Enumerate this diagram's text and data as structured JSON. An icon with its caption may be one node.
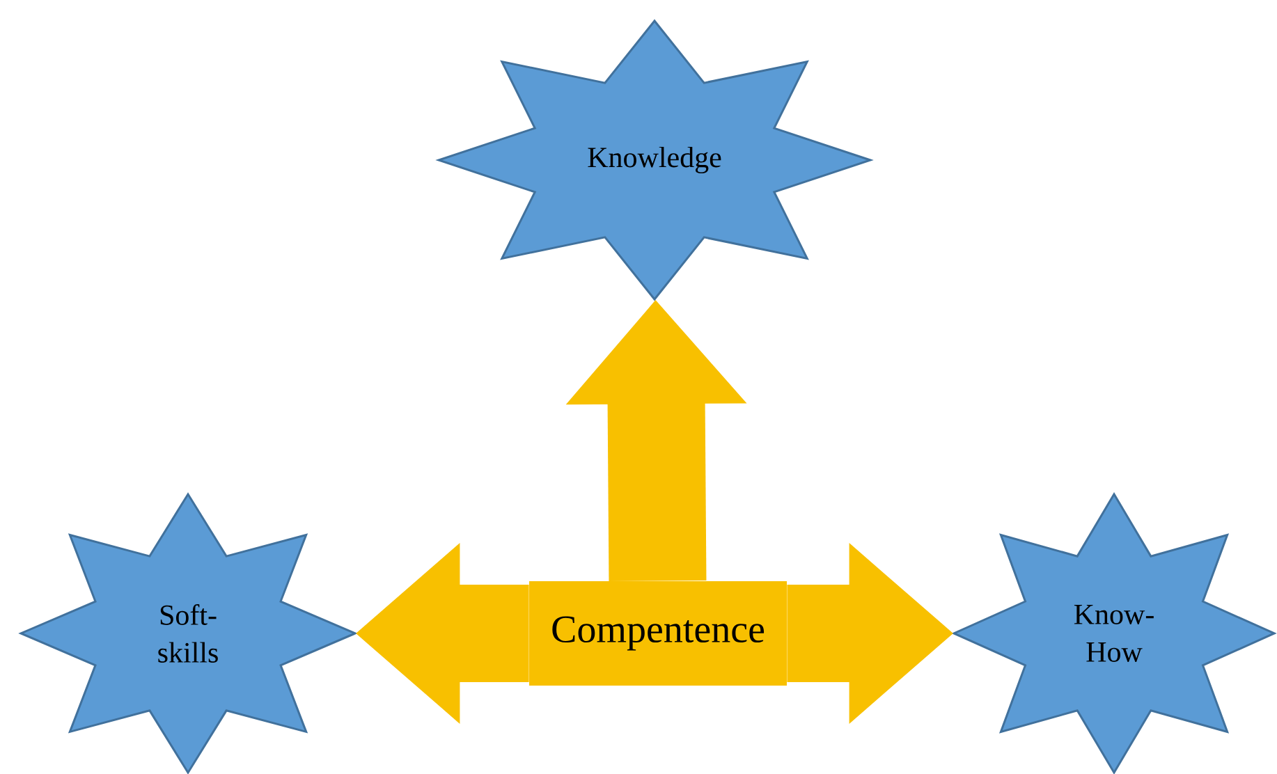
{
  "diagram": {
    "nodes": [
      {
        "text": [
          "Knowledge"
        ]
      },
      {
        "text": [
          "Soft-skills"
        ]
      },
      {
        "text": [
          "Know-How"
        ]
      },
      {
        "text": [
          "Compentence"
        ]
      }
    ],
    "edges": [
      {
        "from": 3,
        "to": 0,
        "arrow": "to"
      },
      {
        "from": 3,
        "to": 1,
        "arrow": "to"
      },
      {
        "from": 3,
        "to": 2,
        "arrow": "to"
      }
    ]
  }
}
